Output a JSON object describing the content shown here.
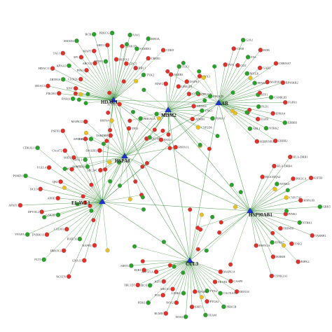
{
  "palette": {
    "edge": "#2e8b2e",
    "hub": "#2233cc",
    "red": "#e0302a",
    "green": "#2aa12a",
    "yellow": "#e8c021",
    "text": "#222222"
  },
  "hubs": [
    {
      "id": "HDAC1",
      "label": "HDAC1"
    },
    {
      "id": "MDM2",
      "label": "MDM2"
    },
    {
      "id": "AR",
      "label": "AR"
    },
    {
      "id": "HSPA8",
      "label": "HSPA8"
    },
    {
      "id": "ELAVL1",
      "label": "ELAVL1"
    },
    {
      "id": "HSP90AB1",
      "label": "HSP90AB1"
    },
    {
      "id": "CUL3",
      "label": "CUL3"
    }
  ],
  "node_labels": [
    {
      "text": "RXRA",
      "color": "green",
      "hub": "HDAC1"
    },
    {
      "text": "PIK3R1",
      "color": "red",
      "hub": "HDAC1"
    },
    {
      "text": "HDAC3",
      "color": "red",
      "hub": "HDAC1"
    },
    {
      "text": "XIST",
      "color": "red",
      "hub": "HDAC1"
    },
    {
      "text": "ZBTB16",
      "color": "green",
      "hub": "HDAC1"
    },
    {
      "text": "HDAC11",
      "color": "red",
      "hub": "HDAC1"
    },
    {
      "text": "CLOCK",
      "color": "red",
      "hub": "HDAC1"
    },
    {
      "text": "KPNA3",
      "color": "green",
      "hub": "HDAC1"
    },
    {
      "text": "TAL1",
      "color": "red",
      "hub": "HDAC1"
    },
    {
      "text": "PPA1",
      "color": "red",
      "hub": "HDAC1"
    },
    {
      "text": "SP1",
      "color": "red",
      "hub": "HDAC1"
    },
    {
      "text": "SMAD4",
      "color": "green",
      "hub": "HDAC1"
    },
    {
      "text": "ABCG2",
      "color": "red",
      "hub": "HDAC1"
    },
    {
      "text": "MAPT",
      "color": "red",
      "hub": "HDAC1"
    },
    {
      "text": "BCR",
      "color": "green",
      "hub": "HDAC1"
    },
    {
      "text": "TFDP2",
      "color": "green",
      "hub": "HDAC1"
    },
    {
      "text": "SIRT1",
      "color": "red",
      "hub": "HDAC1"
    },
    {
      "text": "PRKCG",
      "color": "green",
      "hub": "HDAC1"
    },
    {
      "text": "RUNX1",
      "color": "red",
      "hub": "HDAC1"
    },
    {
      "text": "CSNK1D",
      "color": "red",
      "hub": "HDAC1"
    },
    {
      "text": "VAV1",
      "color": "green",
      "hub": "HDAC1"
    },
    {
      "text": "CDC5",
      "color": "red",
      "hub": "HDAC1"
    },
    {
      "text": "SAMD11",
      "color": "green",
      "hub": "HDAC1"
    },
    {
      "text": "RHOA",
      "color": "green",
      "hub": "HDAC1"
    },
    {
      "text": "RBL1",
      "color": "red",
      "hub": "HDAC1"
    },
    {
      "text": "CREB1",
      "color": "red",
      "hub": "HDAC1"
    },
    {
      "text": "CDK9",
      "color": "red",
      "hub": "HDAC1"
    },
    {
      "text": "TYK2",
      "color": "green",
      "hub": "HDAC1"
    },
    {
      "text": "MAP2",
      "color": "red",
      "hub": "MDM2"
    },
    {
      "text": "ARRB1",
      "color": "red",
      "hub": "MDM2"
    },
    {
      "text": "TLK1",
      "color": "green",
      "hub": "MDM2"
    },
    {
      "text": "UBE2D1",
      "color": "red",
      "hub": "MDM2"
    },
    {
      "text": "DAPK1",
      "color": "red",
      "hub": "MDM2"
    },
    {
      "text": "SNX3",
      "color": "red",
      "hub": "MDM2"
    },
    {
      "text": "STAT3",
      "color": "red",
      "hub": "MDM2"
    },
    {
      "text": "PPP2CA",
      "color": "red",
      "hub": "MDM2"
    },
    {
      "text": "PIK3CB",
      "color": "green",
      "hub": "MDM2"
    },
    {
      "text": "NEDD4",
      "color": "red",
      "hub": "MDM2"
    },
    {
      "text": "TNK1",
      "color": "green",
      "hub": "MDM2"
    },
    {
      "text": "PSMA1",
      "color": "green",
      "hub": "MDM2"
    },
    {
      "text": "ADRB1",
      "color": "red",
      "hub": "MDM2"
    },
    {
      "text": "CYP2D6",
      "color": "yellow",
      "hub": "MDM2"
    },
    {
      "text": "FYN",
      "color": "red",
      "hub": "AR"
    },
    {
      "text": "CD38",
      "color": "red",
      "hub": "AR"
    },
    {
      "text": "GJA1",
      "color": "green",
      "hub": "AR"
    },
    {
      "text": "CD2",
      "color": "red",
      "hub": "AR"
    },
    {
      "text": "FAS",
      "color": "green",
      "hub": "AR"
    },
    {
      "text": "KDR",
      "color": "red",
      "hub": "AR"
    },
    {
      "text": "MYLK",
      "color": "green",
      "hub": "AR"
    },
    {
      "text": "GAB2",
      "color": "red",
      "hub": "AR"
    },
    {
      "text": "CHRNA7",
      "color": "red",
      "hub": "AR"
    },
    {
      "text": "PPARA",
      "color": "green",
      "hub": "AR"
    },
    {
      "text": "MAP2K6",
      "color": "red",
      "hub": "AR"
    },
    {
      "text": "RPS6KB2",
      "color": "red",
      "hub": "AR"
    },
    {
      "text": "ATF1",
      "color": "green",
      "hub": "AR"
    },
    {
      "text": "CAMK2D",
      "color": "green",
      "hub": "AR"
    },
    {
      "text": "FGFR1",
      "color": "red",
      "hub": "AR"
    },
    {
      "text": "PLD1",
      "color": "green",
      "hub": "AR"
    },
    {
      "text": "EPHA4",
      "color": "red",
      "hub": "AR"
    },
    {
      "text": "ERBB3",
      "color": "green",
      "hub": "AR"
    },
    {
      "text": "EGFR",
      "color": "red",
      "hub": "AR"
    },
    {
      "text": "NTRK2",
      "color": "green",
      "hub": "AR"
    },
    {
      "text": "ERBB2",
      "color": "red",
      "hub": "AR"
    },
    {
      "text": "ABL1",
      "color": "green",
      "hub": "AR"
    },
    {
      "text": "SERPINB3",
      "color": "red",
      "hub": "AR"
    },
    {
      "text": "SEC24C",
      "color": "red",
      "hub": "HSPA8"
    },
    {
      "text": "TOMM40",
      "color": "green",
      "hub": "HSPA8"
    },
    {
      "text": "SOD1",
      "color": "red",
      "hub": "HSPA8"
    },
    {
      "text": "DNAJB1",
      "color": "red",
      "hub": "HSPA8"
    },
    {
      "text": "PSMD4",
      "color": "green",
      "hub": "HSPA8"
    },
    {
      "text": "MAPK11",
      "color": "red",
      "hub": "HSPA8"
    },
    {
      "text": "TARDBP",
      "color": "red",
      "hub": "HSPA8"
    },
    {
      "text": "HSPA4",
      "color": "yellow",
      "hub": "HSPA8"
    },
    {
      "text": "ATXN3",
      "color": "red",
      "hub": "HSPA8"
    },
    {
      "text": "TP53",
      "color": "red",
      "hub": "HSPA8"
    },
    {
      "text": "PRKACA",
      "color": "green",
      "hub": "HSPA8"
    },
    {
      "text": "CAMK2A",
      "color": "green",
      "hub": "HSPA8"
    },
    {
      "text": "SQSTM1",
      "color": "red",
      "hub": "HSPA8"
    },
    {
      "text": "BAG3",
      "color": "red",
      "hub": "HSPA8"
    },
    {
      "text": "HSPA1L",
      "color": "red",
      "hub": "HSPA8"
    },
    {
      "text": "RAPH1",
      "color": "red",
      "hub": "ELAVL1"
    },
    {
      "text": "GNA11",
      "color": "red",
      "hub": "ELAVL1"
    },
    {
      "text": "NCSTN",
      "color": "red",
      "hub": "ELAVL1"
    },
    {
      "text": "RAB7A",
      "color": "green",
      "hub": "ELAVL1"
    },
    {
      "text": "HMOX1",
      "color": "red",
      "hub": "ELAVL1"
    },
    {
      "text": "FLT1",
      "color": "green",
      "hub": "ELAVL1"
    },
    {
      "text": "CALM1",
      "color": "red",
      "hub": "ELAVL1"
    },
    {
      "text": "DYRK1A",
      "color": "red",
      "hub": "ELAVL1"
    },
    {
      "text": "VEGFA",
      "color": "green",
      "hub": "ELAVL1"
    },
    {
      "text": "GSK3B",
      "color": "green",
      "hub": "ELAVL1"
    },
    {
      "text": "DPYSL2",
      "color": "red",
      "hub": "ELAVL1"
    },
    {
      "text": "APAF1",
      "color": "red",
      "hub": "ELAVL1"
    },
    {
      "text": "APOE",
      "color": "red",
      "hub": "ELAVL1"
    },
    {
      "text": "BCL9",
      "color": "red",
      "hub": "ELAVL1"
    },
    {
      "text": "PSMD1",
      "color": "green",
      "hub": "ELAVL1"
    },
    {
      "text": "QKI",
      "color": "red",
      "hub": "ELAVL1"
    },
    {
      "text": "YGLL4",
      "color": "red",
      "hub": "ELAVL1"
    },
    {
      "text": "CDKAL1",
      "color": "green",
      "hub": "ELAVL1"
    },
    {
      "text": "APP",
      "color": "red",
      "hub": "ELAVL1"
    },
    {
      "text": "C9orf72",
      "color": "red",
      "hub": "ELAVL1"
    },
    {
      "text": "PSEN1",
      "color": "red",
      "hub": "ELAVL1"
    },
    {
      "text": "CRYL1",
      "color": "green",
      "hub": "ELAVL1"
    },
    {
      "text": "APOL1",
      "color": "red",
      "hub": "ELAVL1"
    },
    {
      "text": "HLA-DQA2",
      "color": "red",
      "hub": "HSP90AB1"
    },
    {
      "text": "HLA-DRB4",
      "color": "red",
      "hub": "HSP90AB1"
    },
    {
      "text": "HLA-DRB1",
      "color": "red",
      "hub": "HSP90AB1"
    },
    {
      "text": "NTRK3",
      "color": "green",
      "hub": "HSP90AB1"
    },
    {
      "text": "PIK3CA",
      "color": "red",
      "hub": "HSP90AB1"
    },
    {
      "text": "KIF5B",
      "color": "red",
      "hub": "HSP90AB1"
    },
    {
      "text": "CYP17A1",
      "color": "yellow",
      "hub": "HSP90AB1"
    },
    {
      "text": "HSPA1B",
      "color": "red",
      "hub": "HSP90AB1"
    },
    {
      "text": "GRK5",
      "color": "green",
      "hub": "HSP90AB1"
    },
    {
      "text": "PINK1",
      "color": "red",
      "hub": "HSP90AB1"
    },
    {
      "text": "NTRK1",
      "color": "green",
      "hub": "HSP90AB1"
    },
    {
      "text": "TARBP2",
      "color": "red",
      "hub": "HSP90AB1"
    },
    {
      "text": "TRIM10",
      "color": "red",
      "hub": "HSP90AB1"
    },
    {
      "text": "TNK2",
      "color": "red",
      "hub": "HSP90AB1"
    },
    {
      "text": "RIPK2",
      "color": "red",
      "hub": "HSP90AB1"
    },
    {
      "text": "EPHA7",
      "color": "green",
      "hub": "HSP90AB1"
    },
    {
      "text": "IKBKB",
      "color": "red",
      "hub": "HSP90AB1"
    },
    {
      "text": "CSNK2A1",
      "color": "red",
      "hub": "HSP90AB1"
    },
    {
      "text": "HSPA1A",
      "color": "red",
      "hub": "HSP90AB1"
    },
    {
      "text": "MAPK14",
      "color": "red",
      "hub": "CUL3"
    },
    {
      "text": "CASP8",
      "color": "red",
      "hub": "CUL3"
    },
    {
      "text": "DDX18",
      "color": "red",
      "hub": "CUL3"
    },
    {
      "text": "TRAF2",
      "color": "red",
      "hub": "CUL3"
    },
    {
      "text": "CACNA1C",
      "color": "green",
      "hub": "CUL3"
    },
    {
      "text": "PRKCB",
      "color": "green",
      "hub": "CUL3"
    },
    {
      "text": "TYK2",
      "color": "green",
      "hub": "CUL3"
    },
    {
      "text": "PTGS2",
      "color": "red",
      "hub": "CUL3"
    },
    {
      "text": "TFAM",
      "color": "green",
      "hub": "CUL3"
    },
    {
      "text": "EIF2S1",
      "color": "red",
      "hub": "CUL3"
    },
    {
      "text": "SIRT1",
      "color": "red",
      "hub": "CUL3"
    },
    {
      "text": "NOS3",
      "color": "green",
      "hub": "CUL3"
    },
    {
      "text": "LIMK1",
      "color": "green",
      "hub": "CUL3"
    },
    {
      "text": "NOS2",
      "color": "red",
      "hub": "CUL3"
    },
    {
      "text": "BLMH",
      "color": "red",
      "hub": "CUL3"
    },
    {
      "text": "ABCA1",
      "color": "red",
      "hub": "CUL3"
    },
    {
      "text": "FOS",
      "color": "red",
      "hub": "CUL3"
    },
    {
      "text": "PDK1",
      "color": "green",
      "hub": "CUL3"
    },
    {
      "text": "IGF1",
      "color": "red",
      "hub": "CUL3"
    },
    {
      "text": "DCX",
      "color": "green",
      "hub": "CUL3"
    },
    {
      "text": "TBC1D5",
      "color": "red",
      "hub": "CUL3"
    },
    {
      "text": "ATP5F1A",
      "color": "red",
      "hub": "CUL3"
    },
    {
      "text": "ESR1",
      "color": "red",
      "hub": "CUL3"
    },
    {
      "text": "SIRT3",
      "color": "green",
      "hub": "CUL3"
    }
  ],
  "cross_edges": [
    [
      "HDAC1",
      "MDM2"
    ],
    [
      "HDAC1",
      "AR"
    ],
    [
      "HDAC1",
      "HSPA8"
    ],
    [
      "HDAC1",
      "ELAVL1"
    ],
    [
      "HDAC1",
      "HSP90AB1"
    ],
    [
      "HDAC1",
      "CUL3"
    ],
    [
      "MDM2",
      "AR"
    ],
    [
      "MDM2",
      "HSPA8"
    ],
    [
      "MDM2",
      "ELAVL1"
    ],
    [
      "MDM2",
      "HSP90AB1"
    ],
    [
      "MDM2",
      "CUL3"
    ],
    [
      "AR",
      "HSPA8"
    ],
    [
      "AR",
      "ELAVL1"
    ],
    [
      "AR",
      "HSP90AB1"
    ],
    [
      "AR",
      "CUL3"
    ],
    [
      "HSPA8",
      "ELAVL1"
    ],
    [
      "HSPA8",
      "HSP90AB1"
    ],
    [
      "HSPA8",
      "CUL3"
    ],
    [
      "ELAVL1",
      "HSP90AB1"
    ],
    [
      "ELAVL1",
      "CUL3"
    ],
    [
      "HSP90AB1",
      "CUL3"
    ]
  ],
  "unlabeled_nodes": {
    "count": 90,
    "colors": [
      "red",
      "green",
      "yellow",
      "red",
      "green"
    ]
  }
}
